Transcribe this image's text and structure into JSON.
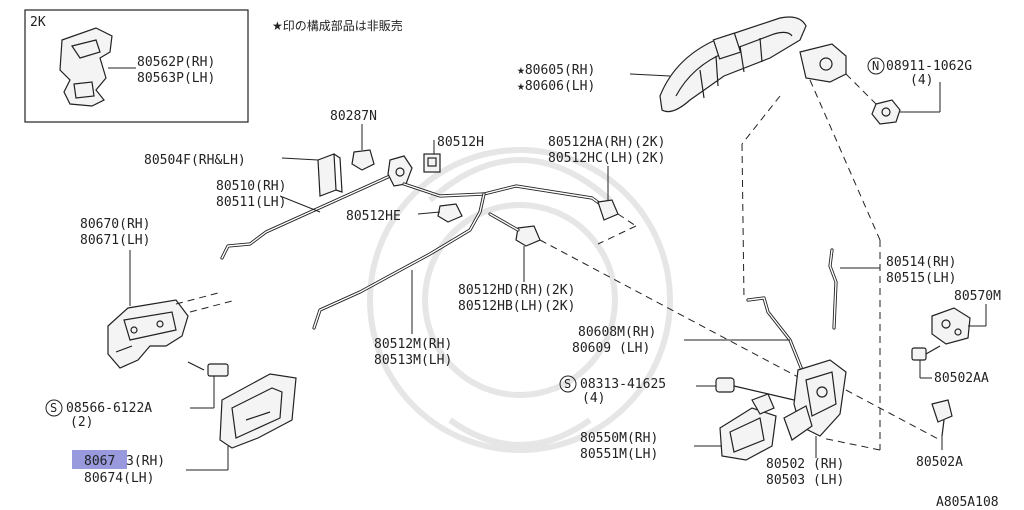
{
  "note": "★印の構成部品は非販売",
  "inset_tag": "2K",
  "footer_code": "A805A108",
  "highlight_color": "#9999dd",
  "labels": {
    "p80562p": "80562P(RH)",
    "p80563p": "80563P(LH)",
    "p80605": "★80605(RH)",
    "p80606": "★80606(LH)",
    "p08911": "08911-1062G",
    "p08911_qty": "(4)",
    "p80287n": "80287N",
    "p80512h": "80512H",
    "p80512ha": "80512HA(RH)(2K)",
    "p80512hc": "80512HC(LH)(2K)",
    "p80504f": "80504F(RH&LH)",
    "p80510": "80510(RH)",
    "p80511": "80511(LH)",
    "p80512he": "80512HE",
    "p80670": "80670(RH)",
    "p80671": "80671(LH)",
    "p80514": "80514(RH)",
    "p80515": "80515(LH)",
    "p80570m": "80570M",
    "p80512hd": "80512HD(RH)(2K)",
    "p80512hb": "80512HB(LH)(2K)",
    "p80608m": "80608M(RH)",
    "p80609": "80609 (LH)",
    "p80512m": "80512M(RH)",
    "p80513m": "80513M(LH)",
    "p80502aa": "80502AA",
    "p08313": "08313-41625",
    "p08313_qty": "(4)",
    "p08566": "08566-6122A",
    "p08566_qty": "(2)",
    "p80550m": "80550M(RH)",
    "p80551m": "80551M(LH)",
    "p80502a": "80502A",
    "p80673_hl": "8067",
    "p80673_rest": "3(RH)",
    "p80674": "80674(LH)",
    "p80502": "80502 (RH)",
    "p80503": "80503 (LH)"
  },
  "symbols": {
    "n_marker": "N",
    "s_marker": "S"
  }
}
